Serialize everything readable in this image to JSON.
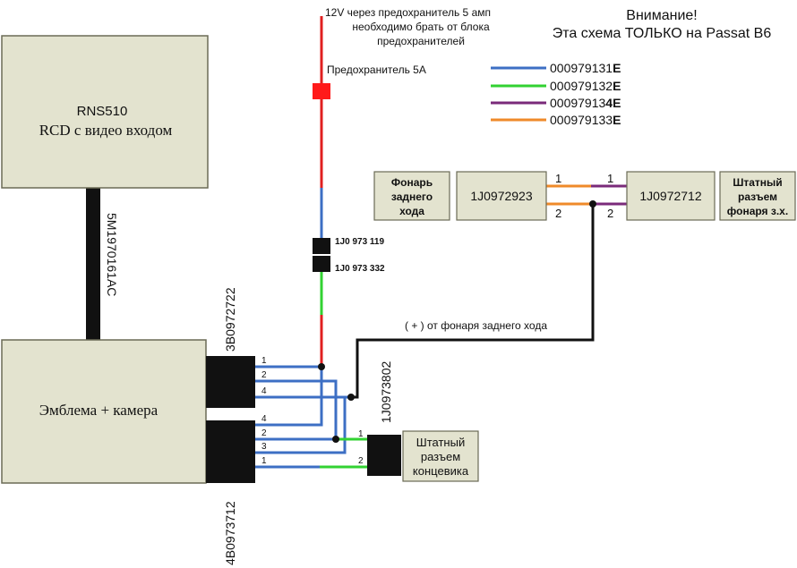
{
  "colors": {
    "box_fill": "#e3e3cf",
    "box_stroke": "#6b6b56",
    "blue": "#3d6fc4",
    "green": "#32d232",
    "purple": "#7a2a7a",
    "orange": "#ef8a2a",
    "red": "#e02020",
    "fuse": "#ff1a1a",
    "black": "#111111"
  },
  "header": {
    "power_note": [
      "12V через предохранитель 5 амп",
      "необходимо брать от блока",
      "предохранителей"
    ],
    "fuse_label": "Предохранитель 5А",
    "warning_line1": "Внимание!",
    "warning_line2": "Эта схема ТОЛЬКО на Passat B6"
  },
  "legend": [
    {
      "part": "000979131",
      "suffix": "E",
      "color": "blue"
    },
    {
      "part": "000979132",
      "suffix": "E",
      "color": "green"
    },
    {
      "part": "00097913",
      "suffix": "4E",
      "color": "purple"
    },
    {
      "part": "000979133",
      "suffix": "E",
      "color": "orange"
    }
  ],
  "boxes": {
    "rns_line1": "RNS510",
    "rns_line2": "RCD с видео входом",
    "camera": "Эмблема + камера",
    "reverse_lamp": [
      "Фонарь",
      "заднего",
      "хода"
    ],
    "conn_1j0972923": "1J0972923",
    "conn_1j0972712": "1J0972712",
    "lamp_socket": [
      "Штатный",
      "разъем",
      "фонаря з.х."
    ],
    "limit_socket": [
      "Штатный",
      "разъем",
      "концевика"
    ]
  },
  "labels": {
    "cable_5m": "5M1970161AC",
    "conn_3b": "3B0972722",
    "conn_4b": "4B0973712",
    "conn_1j0973802": "1J0973802",
    "inline_conn1": "1J0 973 119",
    "inline_conn2": "1J0 973 332",
    "plus_note": "( + ) от фонаря заднего хода"
  },
  "pins": {
    "upper": [
      "1",
      "2",
      "4"
    ],
    "lower": [
      "4",
      "2",
      "3",
      "1"
    ],
    "limit": [
      "1",
      "2"
    ],
    "lamp_left": [
      "1",
      "2"
    ],
    "lamp_right": [
      "1",
      "2"
    ]
  }
}
